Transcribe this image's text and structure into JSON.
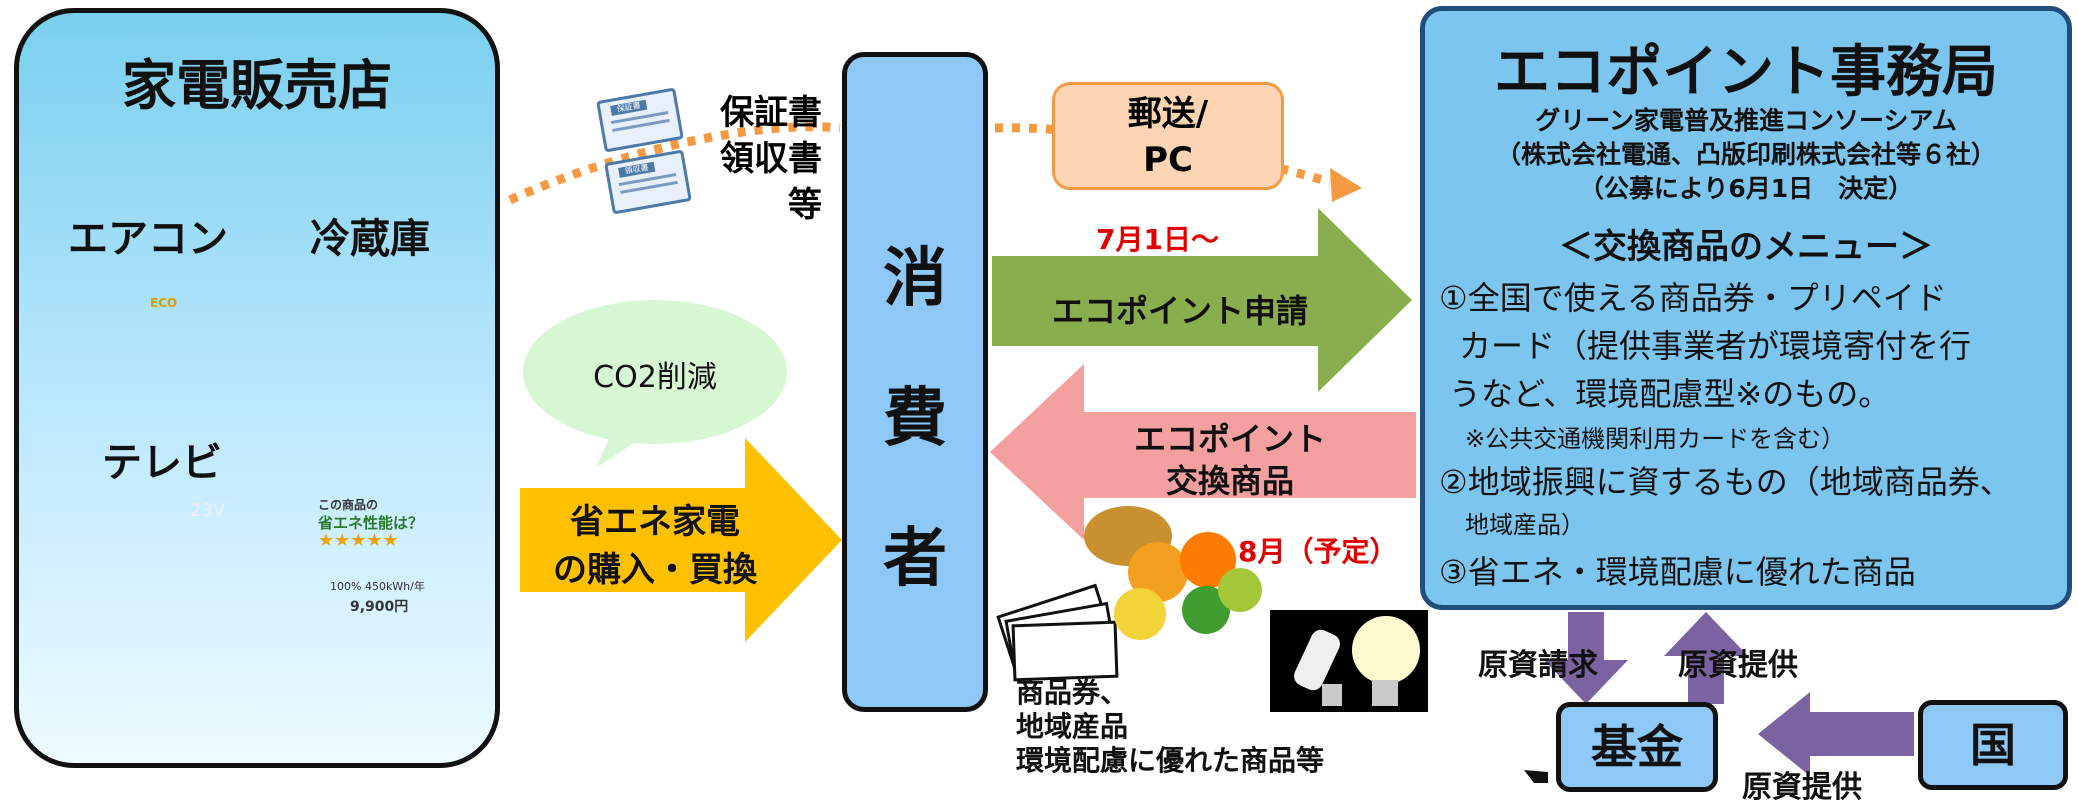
{
  "store": {
    "title": "家電販売店",
    "aircon": "エアコン",
    "fridge": "冷蔵庫",
    "tv": "テレビ",
    "aircon_badge": "ECO",
    "tv_screen_text": "23V",
    "label_card": {
      "title": "この商品の",
      "headline": "省エネ性能は？",
      "stars": "★★★★★",
      "figures": "100% 450kWh/年",
      "price": "9,900円"
    }
  },
  "docs": {
    "line1": "保証書",
    "line2": "領収書",
    "line3": "等",
    "icon1_label": "保証書",
    "icon2_label": "領収書"
  },
  "mail_box": {
    "line1": "郵送/",
    "line2": "PC"
  },
  "consumer": {
    "c1": "消",
    "c2": "費",
    "c3": "者"
  },
  "co2_bubble": "CO2削減",
  "purchase_arrow": {
    "line1": "省エネ家電",
    "line2": "の購入・買換"
  },
  "apply_arrow": {
    "date": "7月1日～",
    "label": "エコポイント申請"
  },
  "exchange_arrow": {
    "line1": "エコポイント",
    "line2": "交換商品",
    "date": "8月（予定）"
  },
  "goods_caption": {
    "line1": "商品券、",
    "line2": "地域産品",
    "line3": "環境配慮に優れた商品等"
  },
  "eco_office": {
    "title": "エコポイント事務局",
    "sub1": "グリーン家電普及推進コンソーシアム",
    "sub2": "（株式会社電通、凸版印刷株式会社等６社）",
    "sub3": "（公募により6月1日　決定）",
    "menu_title": "＜交換商品のメニュー＞",
    "menu": [
      "①全国で使える商品券・プリペイド",
      "カード（提供事業者が環境寄付を行",
      "うなど、環境配慮型※のもの。",
      "※公共交通機関利用カードを含む）",
      "②地域振興に資するもの（地域商品券、",
      "地域産品）",
      "③省エネ・環境配慮に優れた商品"
    ]
  },
  "fund_flow": {
    "request": "原資請求",
    "provide": "原資提供",
    "provide2": "原資提供"
  },
  "fund": "基金",
  "country": "国",
  "colors": {
    "store_bg": "#9fdcf5",
    "consumer_bg": "#8ec8f6",
    "eco_bg": "#7cc5ef",
    "apply_arrow": "#8aad4e",
    "exchange_arrow": "#f5a0a0",
    "purchase_arrow": "#ffc000",
    "mail_box": "#fbd4b4",
    "dotted_line": "#f59a42",
    "fund_arrow": "#7b62a1",
    "date_red": "#e00000"
  }
}
